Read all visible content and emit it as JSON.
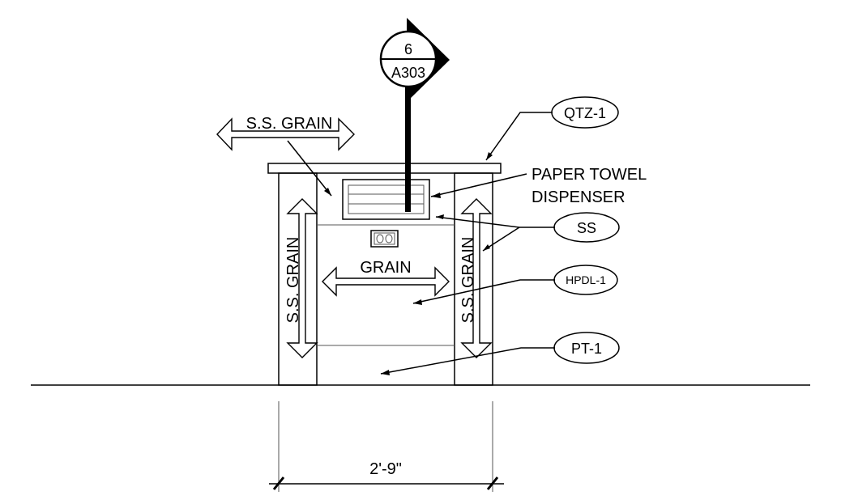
{
  "section_marker": {
    "number": "6",
    "sheet": "A303"
  },
  "callouts": {
    "qtz": "QTZ-1",
    "ss": "SS",
    "hpdl": "HPDL-1",
    "pt": "PT-1"
  },
  "labels": {
    "paper_towel_line1": "PAPER TOWEL",
    "paper_towel_line2": "DISPENSER",
    "grain_top": "S.S. GRAIN",
    "grain_center": "GRAIN",
    "grain_left": "S.S. GRAIN",
    "grain_right": "S.S. GRAIN"
  },
  "dimension": {
    "width": "2'-9\""
  },
  "colors": {
    "line": "#000000",
    "light_line": "#555555",
    "background": "#ffffff"
  }
}
